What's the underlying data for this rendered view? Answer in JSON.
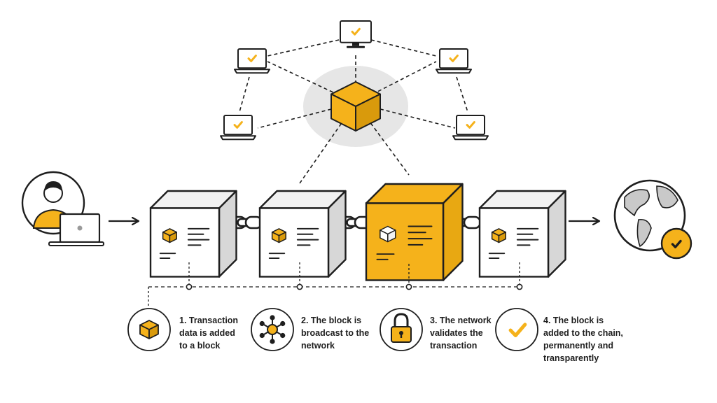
{
  "colors": {
    "accent": "#F5B21B",
    "accent_dark": "#D99A0C",
    "accent_side": "#E8A812",
    "ink": "#1E1E1E",
    "cube_top": "#F1F1F1",
    "cube_side": "#D7D7D7",
    "halo": "#E6E6E6"
  },
  "icons": {
    "user": "user-at-laptop-icon",
    "node": "laptop-checkmark-icon",
    "monitor": "monitor-checkmark-icon",
    "block": "block-cube-icon",
    "chain": "chain-link-icon",
    "globe": "globe-checkmark-icon",
    "step1": "cube-icon",
    "step2": "network-hub-icon",
    "step3": "padlock-icon",
    "step4": "checkmark-icon"
  },
  "steps": [
    {
      "lines": [
        "1. Transaction",
        "data is added",
        "to a block"
      ]
    },
    {
      "lines": [
        "2. The block is",
        "broadcast to the",
        "network"
      ]
    },
    {
      "lines": [
        "3. The network",
        "validates the",
        "transaction"
      ]
    },
    {
      "lines": [
        "4. The block is",
        "added to the chain,",
        "permanently and",
        "transparently"
      ]
    }
  ]
}
